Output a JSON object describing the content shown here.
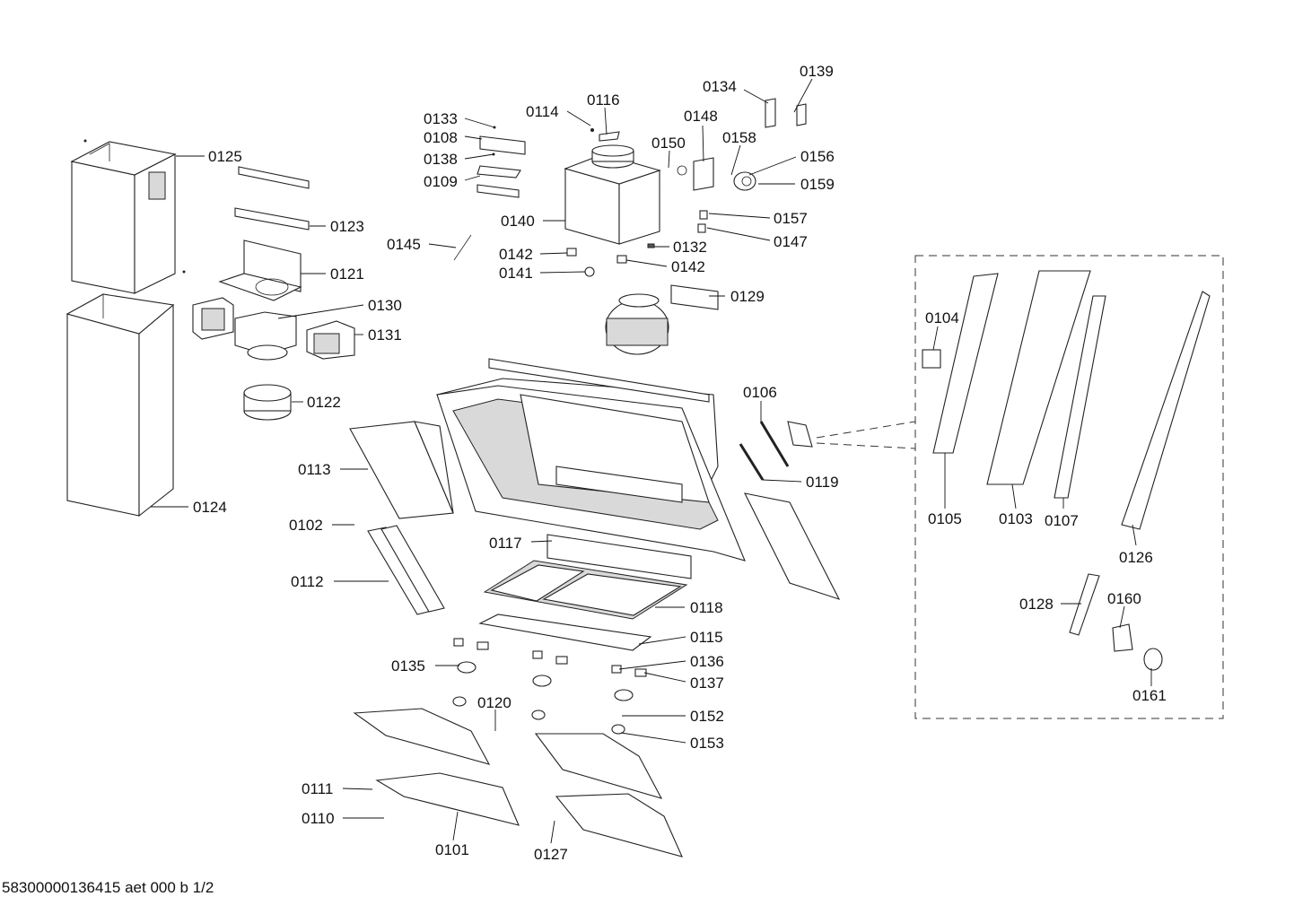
{
  "labels": {
    "p0125": "0125",
    "p0123": "0123",
    "p0121": "0121",
    "p0130": "0130",
    "p0131": "0131",
    "p0122": "0122",
    "p0124": "0124",
    "p0133": "0133",
    "p0108": "0108",
    "p0138": "0138",
    "p0109": "0109",
    "p0114": "0114",
    "p0116": "0116",
    "p0140": "0140",
    "p0145": "0145",
    "p0142a": "0142",
    "p0141": "0141",
    "p0132": "0132",
    "p0142b": "0142",
    "p0150": "0150",
    "p0148": "0148",
    "p0134": "0134",
    "p0139": "0139",
    "p0158": "0158",
    "p0156": "0156",
    "p0159": "0159",
    "p0157": "0157",
    "p0147": "0147",
    "p0129": "0129",
    "p0113": "0113",
    "p0102": "0102",
    "p0112": "0112",
    "p0106": "0106",
    "p0119": "0119",
    "p0117": "0117",
    "p0118": "0118",
    "p0115": "0115",
    "p0135": "0135",
    "p0136": "0136",
    "p0137": "0137",
    "p0120": "0120",
    "p0152": "0152",
    "p0153": "0153",
    "p0111": "0111",
    "p0110": "0110",
    "p0101": "0101",
    "p0127": "0127",
    "p0104": "0104",
    "p0105": "0105",
    "p0103": "0103",
    "p0107": "0107",
    "p0126": "0126",
    "p0128": "0128",
    "p0160": "0160",
    "p0161": "0161"
  },
  "footer": "58300000136415 aet 000 b 1/2"
}
